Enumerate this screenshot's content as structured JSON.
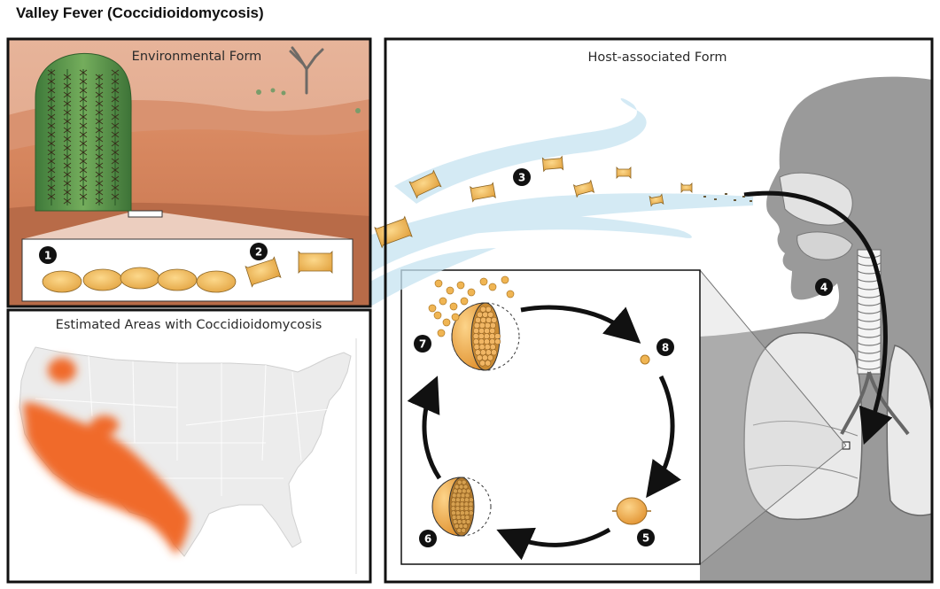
{
  "title": "Valley Fever (Coccidioidomycosis)",
  "panels": {
    "environmental": {
      "label": "Environmental Form"
    },
    "map": {
      "label": "Estimated Areas with Coccidioidomycosis"
    },
    "host": {
      "label": "Host-associated Form"
    }
  },
  "steps": [
    "1",
    "2",
    "3",
    "4",
    "5",
    "6",
    "7",
    "8"
  ],
  "colors": {
    "sand": "#d98a62",
    "spore": "#f0b553",
    "endemic": "#f06a2a",
    "human": "#9a9a9a",
    "wind": "#c6e3f1"
  }
}
